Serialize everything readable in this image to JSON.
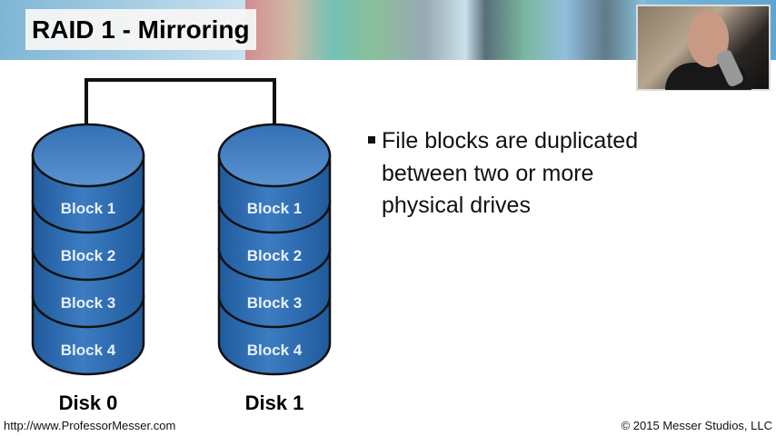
{
  "slide": {
    "title": "RAID 1 - Mirroring"
  },
  "diagram": {
    "disks": [
      {
        "label": "Disk 0",
        "blocks": [
          "Block 1",
          "Block 2",
          "Block 3",
          "Block 4"
        ]
      },
      {
        "label": "Disk 1",
        "blocks": [
          "Block 1",
          "Block 2",
          "Block 3",
          "Block 4"
        ]
      }
    ],
    "colors": {
      "disk_fill": "#2f6fb4",
      "disk_top": "#4a86c8",
      "outline": "#0a0a0a"
    }
  },
  "bullets": [
    "File blocks are duplicated between two or more physical drives"
  ],
  "footer": {
    "website": "http://www.ProfessorMesser.com",
    "copyright": "© 2015 Messer Studios, LLC"
  }
}
